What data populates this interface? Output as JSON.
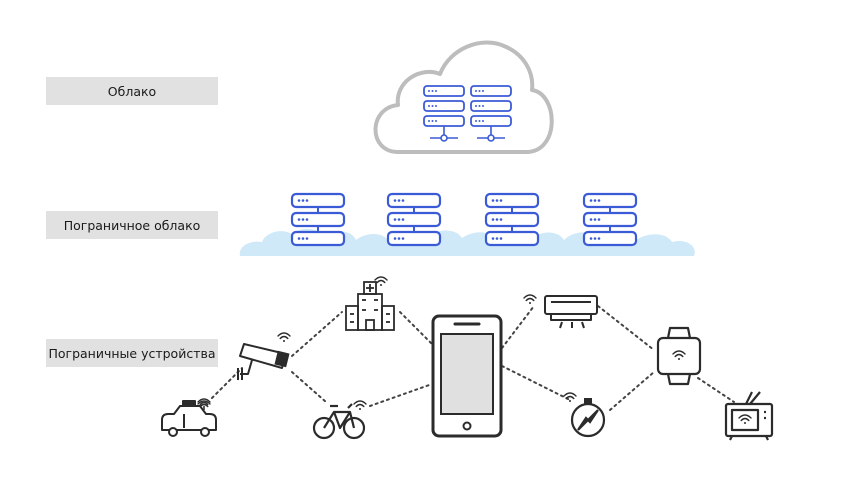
{
  "labels": {
    "cloud": "Облако",
    "edge_cloud": "Пограничное облако",
    "edge_devices": "Пограничные устройства"
  },
  "colors": {
    "server_blue": "#3b5bd6",
    "cloud_outline": "#bdbdbd",
    "edge_cloud_fill": "#cfe9f8",
    "device_stroke": "#2b2b2b",
    "screen_fill": "#e0e0e0",
    "label_bg": "#e1e1e1"
  },
  "icons": {
    "cloud": "cloud-with-servers-icon",
    "edge_servers": "server-rack-icon",
    "devices": [
      "car-icon",
      "security-camera-icon",
      "hospital-building-icon",
      "bicycle-icon",
      "smartphone-icon",
      "air-conditioner-icon",
      "compass-icon",
      "smartwatch-icon",
      "television-icon"
    ]
  }
}
